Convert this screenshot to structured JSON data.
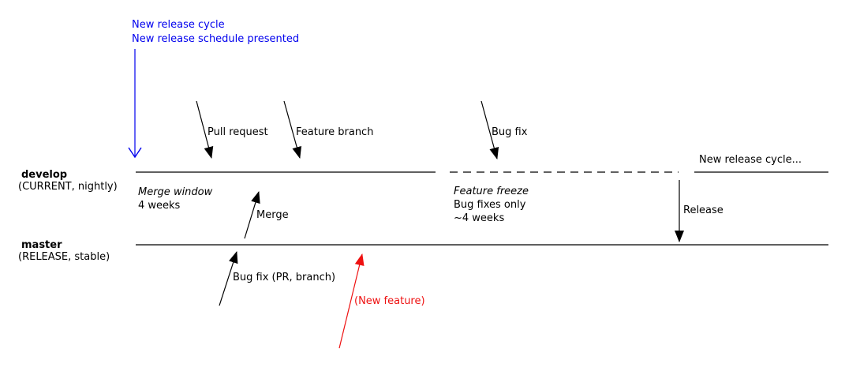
{
  "diagram": {
    "schedule_note": {
      "line1": "New release cycle",
      "line2": "New release schedule presented"
    },
    "branches": {
      "develop": {
        "name": "develop",
        "subtitle": "(CURRENT, nightly)"
      },
      "master": {
        "name": "master",
        "subtitle": "(RELEASE, stable)"
      }
    },
    "phases": {
      "merge_window": {
        "title": "Merge window",
        "duration": "4 weeks"
      },
      "feature_freeze": {
        "title": "Feature freeze",
        "line2": "Bug fixes only",
        "line3": "~4 weeks"
      },
      "next_cycle": "New release cycle..."
    },
    "events": {
      "pull_request": "Pull request",
      "feature_branch": "Feature branch",
      "bug_fix_develop": "Bug fix",
      "merge": "Merge",
      "release": "Release",
      "bug_fix_master": "Bug fix (PR, branch)",
      "new_feature": "(New feature)"
    },
    "colors": {
      "note_blue": "#0000ee",
      "feature_red": "#ee1111",
      "line_black": "#000000"
    }
  }
}
